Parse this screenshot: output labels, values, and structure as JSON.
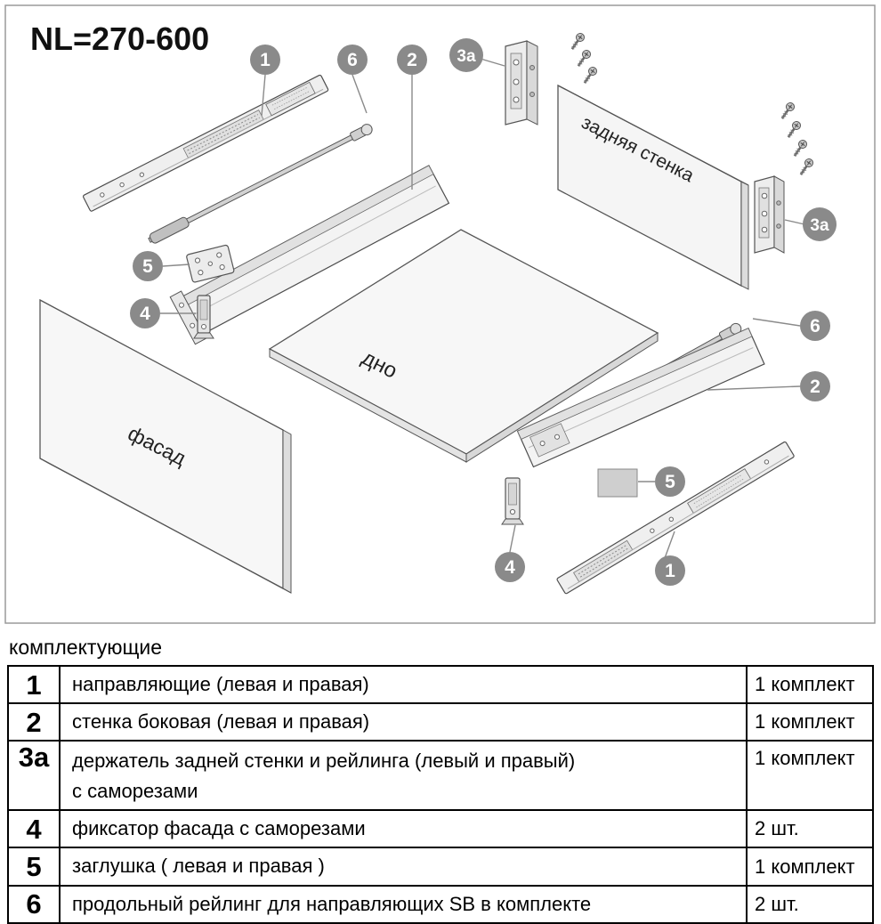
{
  "diagram": {
    "title": "NL=270-600",
    "callout_color": "#8a8a8a",
    "panels": {
      "back_wall": "задняя стенка",
      "bottom": "дно",
      "front": "фасад"
    },
    "callouts": [
      {
        "label": "1"
      },
      {
        "label": "6"
      },
      {
        "label": "2"
      },
      {
        "label": "3a"
      },
      {
        "label": "3a"
      },
      {
        "label": "6"
      },
      {
        "label": "2"
      },
      {
        "label": "5"
      },
      {
        "label": "4"
      },
      {
        "label": "1"
      },
      {
        "label": "5"
      },
      {
        "label": "4"
      }
    ]
  },
  "parts": {
    "heading": "комплектующие",
    "rows": [
      {
        "num": "1",
        "name": "направляющие (левая и правая)",
        "qty": "1 комплект"
      },
      {
        "num": "2",
        "name": "стенка боковая (левая и правая)",
        "qty": "1 комплект"
      },
      {
        "num": "3a",
        "name": "держатель задней стенки и рейлинга  (левый и правый)",
        "name2": "с саморезами",
        "qty": "1 комплект"
      },
      {
        "num": "4",
        "name": "фиксатор фасада с саморезами",
        "qty": "2 шт."
      },
      {
        "num": "5",
        "name": "заглушка ( левая и правая )",
        "qty": "1 комплект"
      },
      {
        "num": "6",
        "name": "продольный рейлинг для направляющих SB в комплекте",
        "qty": "2 шт."
      }
    ]
  }
}
